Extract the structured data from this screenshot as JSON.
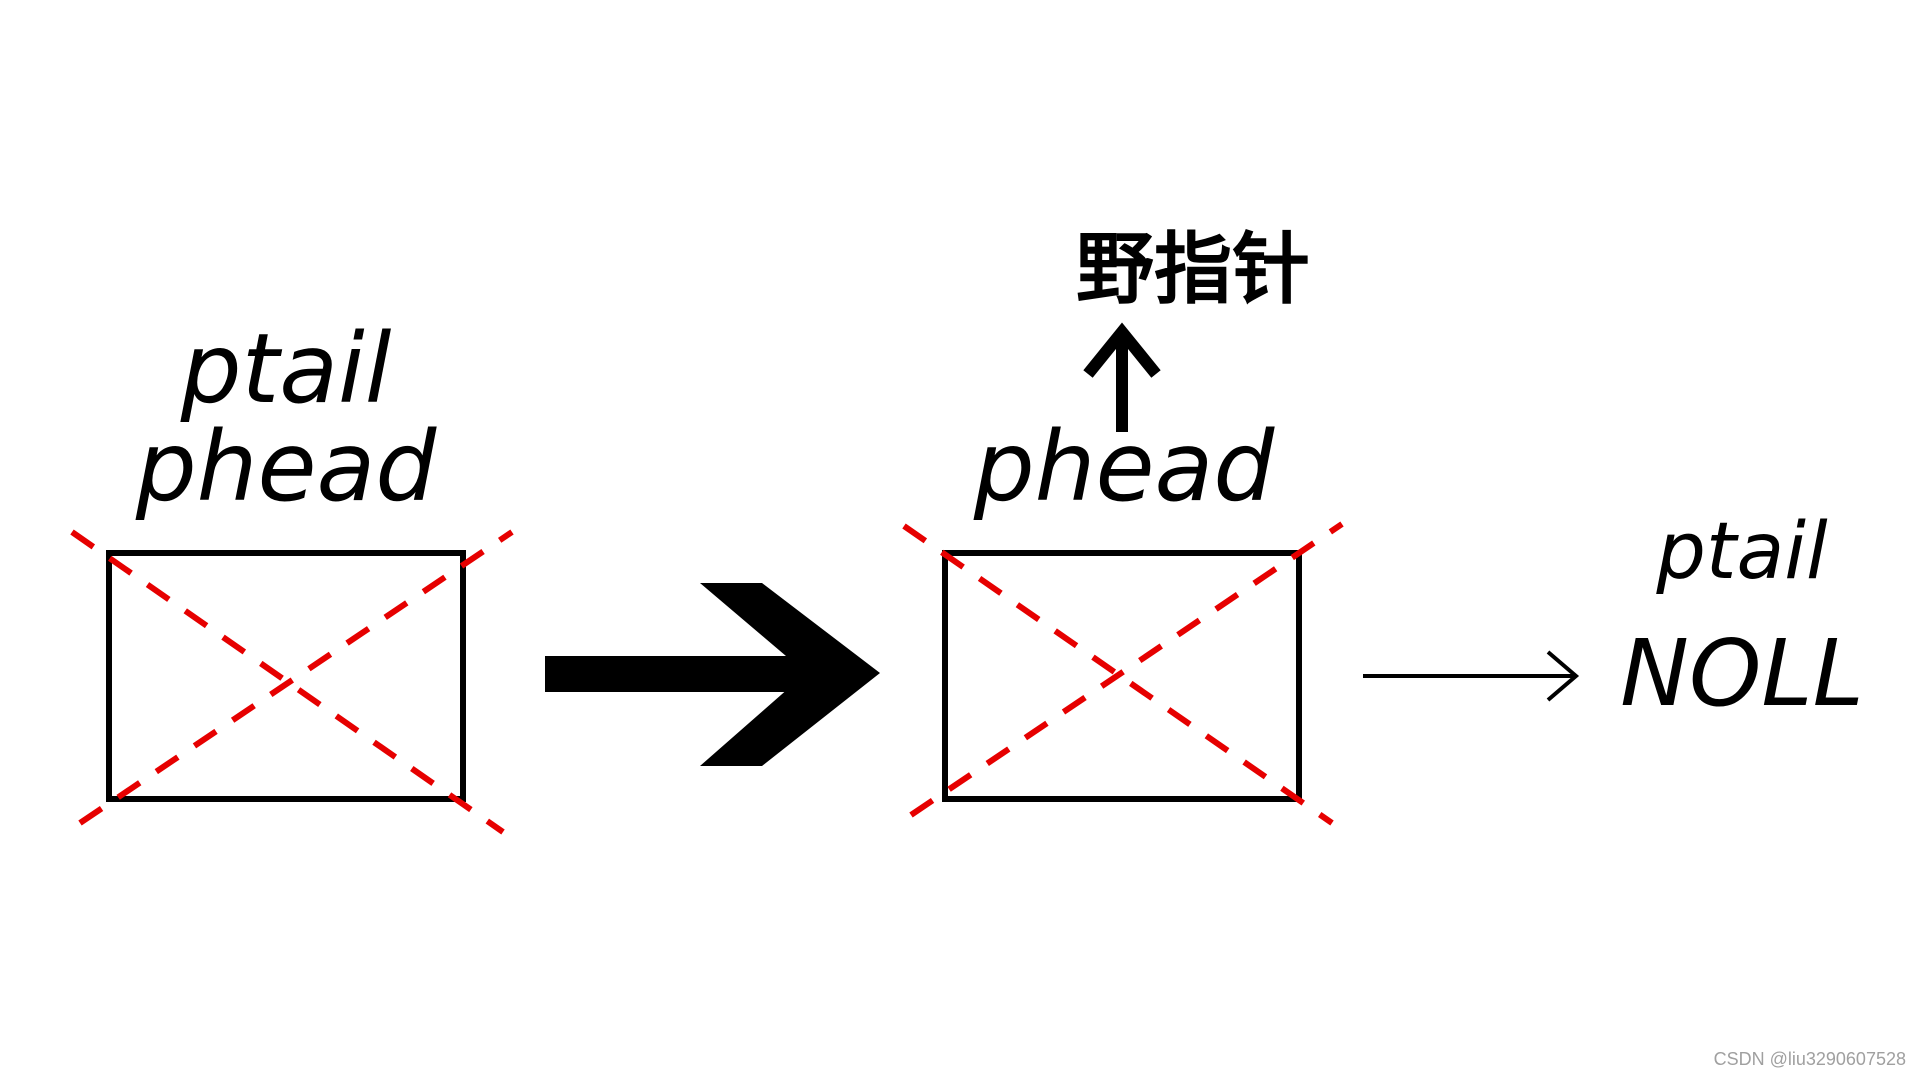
{
  "labels": {
    "left_top": "ptail",
    "left_bottom": "phead",
    "middle_phead": "phead",
    "wild_pointer": "野指针",
    "right_ptail": "ptail",
    "right_null": "NOLL"
  },
  "watermark": "CSDN @liu3290607528",
  "colors": {
    "box_stroke": "#000000",
    "cross": "#e60000",
    "arrow": "#000000",
    "watermark": "#a0a0a0"
  },
  "icons": {
    "big_arrow": "chevron-right-arrow-icon",
    "up_arrow": "arrow-up-icon",
    "thin_arrow": "arrow-right-icon"
  }
}
